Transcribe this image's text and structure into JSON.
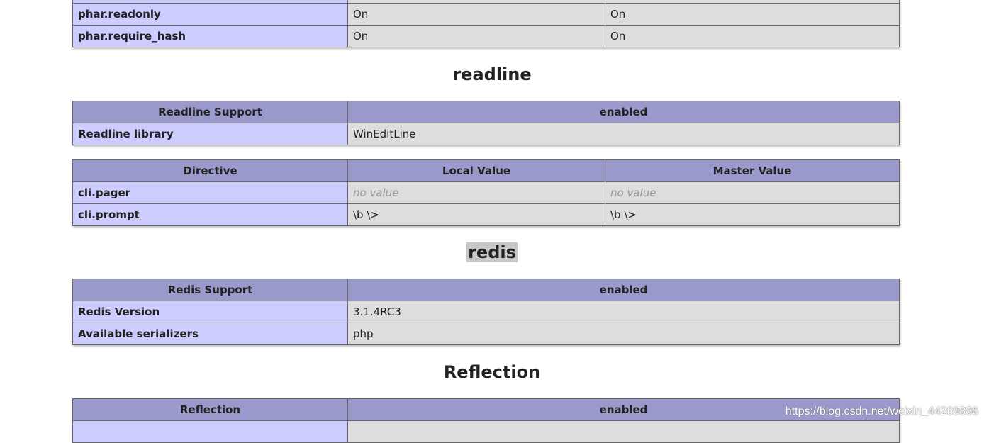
{
  "phar_table": {
    "rows": [
      {
        "directive": "phar.readonly",
        "local": "On",
        "master": "On"
      },
      {
        "directive": "phar.require_hash",
        "local": "On",
        "master": "On"
      }
    ]
  },
  "readline": {
    "title": "readline",
    "support": {
      "label": "Readline Support",
      "value": "enabled"
    },
    "library": {
      "label": "Readline library",
      "value": "WinEditLine"
    },
    "directives": {
      "headers": [
        "Directive",
        "Local Value",
        "Master Value"
      ],
      "pager": {
        "name": "cli.pager",
        "local": "no value",
        "master": "no value"
      },
      "prompt": {
        "name": "cli.prompt",
        "local": "\\b \\>",
        "master": "\\b \\>"
      }
    }
  },
  "redis": {
    "title": "redis",
    "support": {
      "label": "Redis Support",
      "value": "enabled"
    },
    "version": {
      "label": "Redis Version",
      "value": "3.1.4RC3"
    },
    "serializers": {
      "label": "Available serializers",
      "value": "php"
    }
  },
  "reflection": {
    "title": "Reflection",
    "support": {
      "label": "Reflection",
      "value": "enabled"
    }
  },
  "watermark": "https://blog.csdn.net/weixin_44269886",
  "colors": {
    "header_bg": "#9999cc",
    "key_bg": "#ccccff",
    "value_bg": "#dddddd",
    "no_value_text": "#999999",
    "find_highlight": "#c8c8c8"
  }
}
